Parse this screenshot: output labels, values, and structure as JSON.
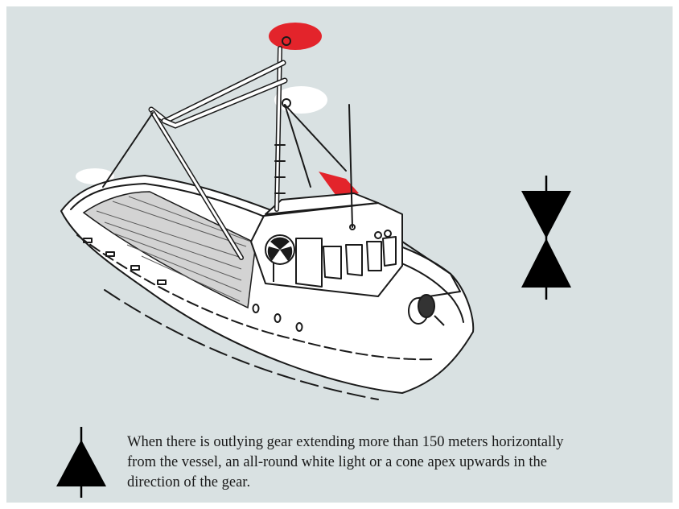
{
  "caption": {
    "line1": "When there is outlying gear extending more than 150 meters horizontally",
    "line2": "from the vessel, an all-round white light or a cone apex upwards in the",
    "line3": "direction of  the gear."
  },
  "colors": {
    "background": "#d9e1e2",
    "red_light": "#e3242b",
    "green_light": "#2ed12e",
    "white_light": "#ffffff",
    "shape_fill": "#000000",
    "line": "#1a1a1a"
  },
  "icons": {
    "day_shape": "two-cones-apexes-together",
    "gear_signal": "cone-apex-upwards"
  }
}
